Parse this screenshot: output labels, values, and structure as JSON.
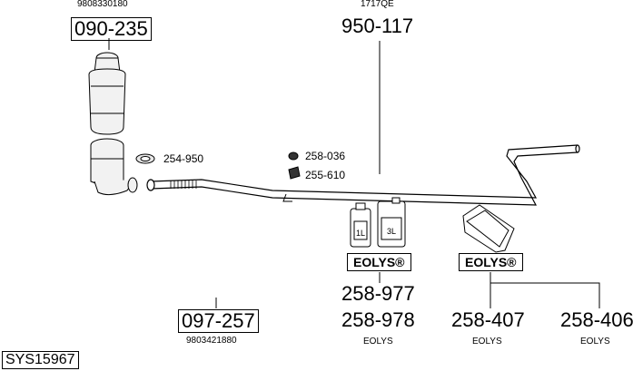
{
  "diagram": {
    "system_code": "SYS15967",
    "parts": [
      {
        "ref": "9808330180",
        "part_no": "090-235"
      },
      {
        "ref": "1717QE",
        "part_no": "950-117"
      },
      {
        "part_no": "254-950"
      },
      {
        "part_no": "258-036"
      },
      {
        "part_no": "255-610"
      },
      {
        "ref": "9803421880",
        "part_no": "097-257"
      },
      {
        "part_no": "258-977"
      },
      {
        "part_no": "258-978",
        "note": "EOLYS"
      },
      {
        "part_no": "258-407",
        "note": "EOLYS"
      },
      {
        "part_no": "258-406",
        "note": "EOLYS"
      }
    ],
    "brand_label": "EOLYS®",
    "bottle_small_label": "1L",
    "bottle_large_label": "3L"
  }
}
